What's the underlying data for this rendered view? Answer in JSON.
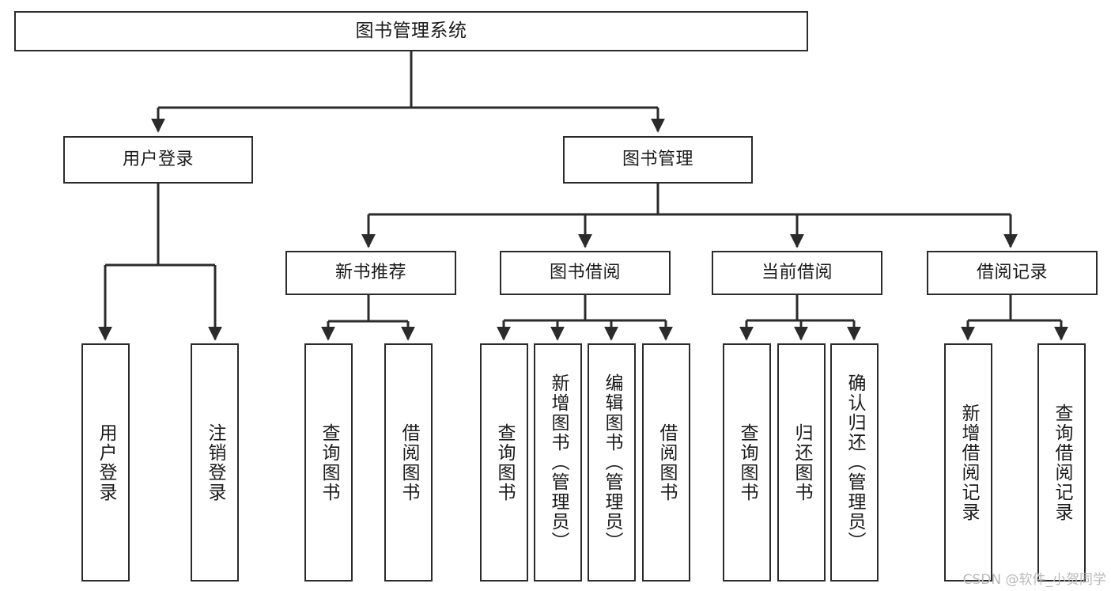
{
  "diagram": {
    "type": "tree",
    "title": "图书管理系统",
    "colors": {
      "box_stroke": "#2b2b2b",
      "box_fill": "#ffffff",
      "connector": "#2b2b2b",
      "text": "#1a1a1a",
      "watermark": "#b9b9b9",
      "background": "#ffffff"
    },
    "watermark": "CSDN @软件_小贺同学",
    "nodes": {
      "root": {
        "label": "图书管理系统"
      },
      "level1": [
        {
          "id": "user-login",
          "label": "用户登录"
        },
        {
          "id": "book-manage",
          "label": "图书管理"
        }
      ],
      "level2": [
        {
          "id": "new-book-recommend",
          "label": "新书推荐"
        },
        {
          "id": "book-borrow",
          "label": "图书借阅"
        },
        {
          "id": "current-borrow",
          "label": "当前借阅"
        },
        {
          "id": "borrow-record",
          "label": "借阅记录"
        }
      ],
      "leaves": {
        "user-login": [
          {
            "id": "leaf-user-login",
            "label": "用户登录"
          },
          {
            "id": "leaf-logout-login",
            "label": "注销登录"
          }
        ],
        "new-book-recommend": [
          {
            "id": "leaf-query-book-1",
            "label": "查询图书"
          },
          {
            "id": "leaf-borrow-book-1",
            "label": "借阅图书"
          }
        ],
        "book-borrow": [
          {
            "id": "leaf-query-book-2",
            "label": "查询图书"
          },
          {
            "id": "leaf-add-book-admin",
            "label": "新增图书（管理员）"
          },
          {
            "id": "leaf-edit-book-admin",
            "label": "编辑图书（管理员）"
          },
          {
            "id": "leaf-borrow-book-2",
            "label": "借阅图书"
          }
        ],
        "current-borrow": [
          {
            "id": "leaf-query-book-3",
            "label": "查询图书"
          },
          {
            "id": "leaf-return-book",
            "label": "归还图书"
          },
          {
            "id": "leaf-confirm-return-admin",
            "label": "确认归还（管理员）"
          }
        ],
        "borrow-record": [
          {
            "id": "leaf-add-borrow-record",
            "label": "新增借阅记录"
          },
          {
            "id": "leaf-query-borrow-record",
            "label": "查询借阅记录"
          }
        ]
      }
    }
  }
}
